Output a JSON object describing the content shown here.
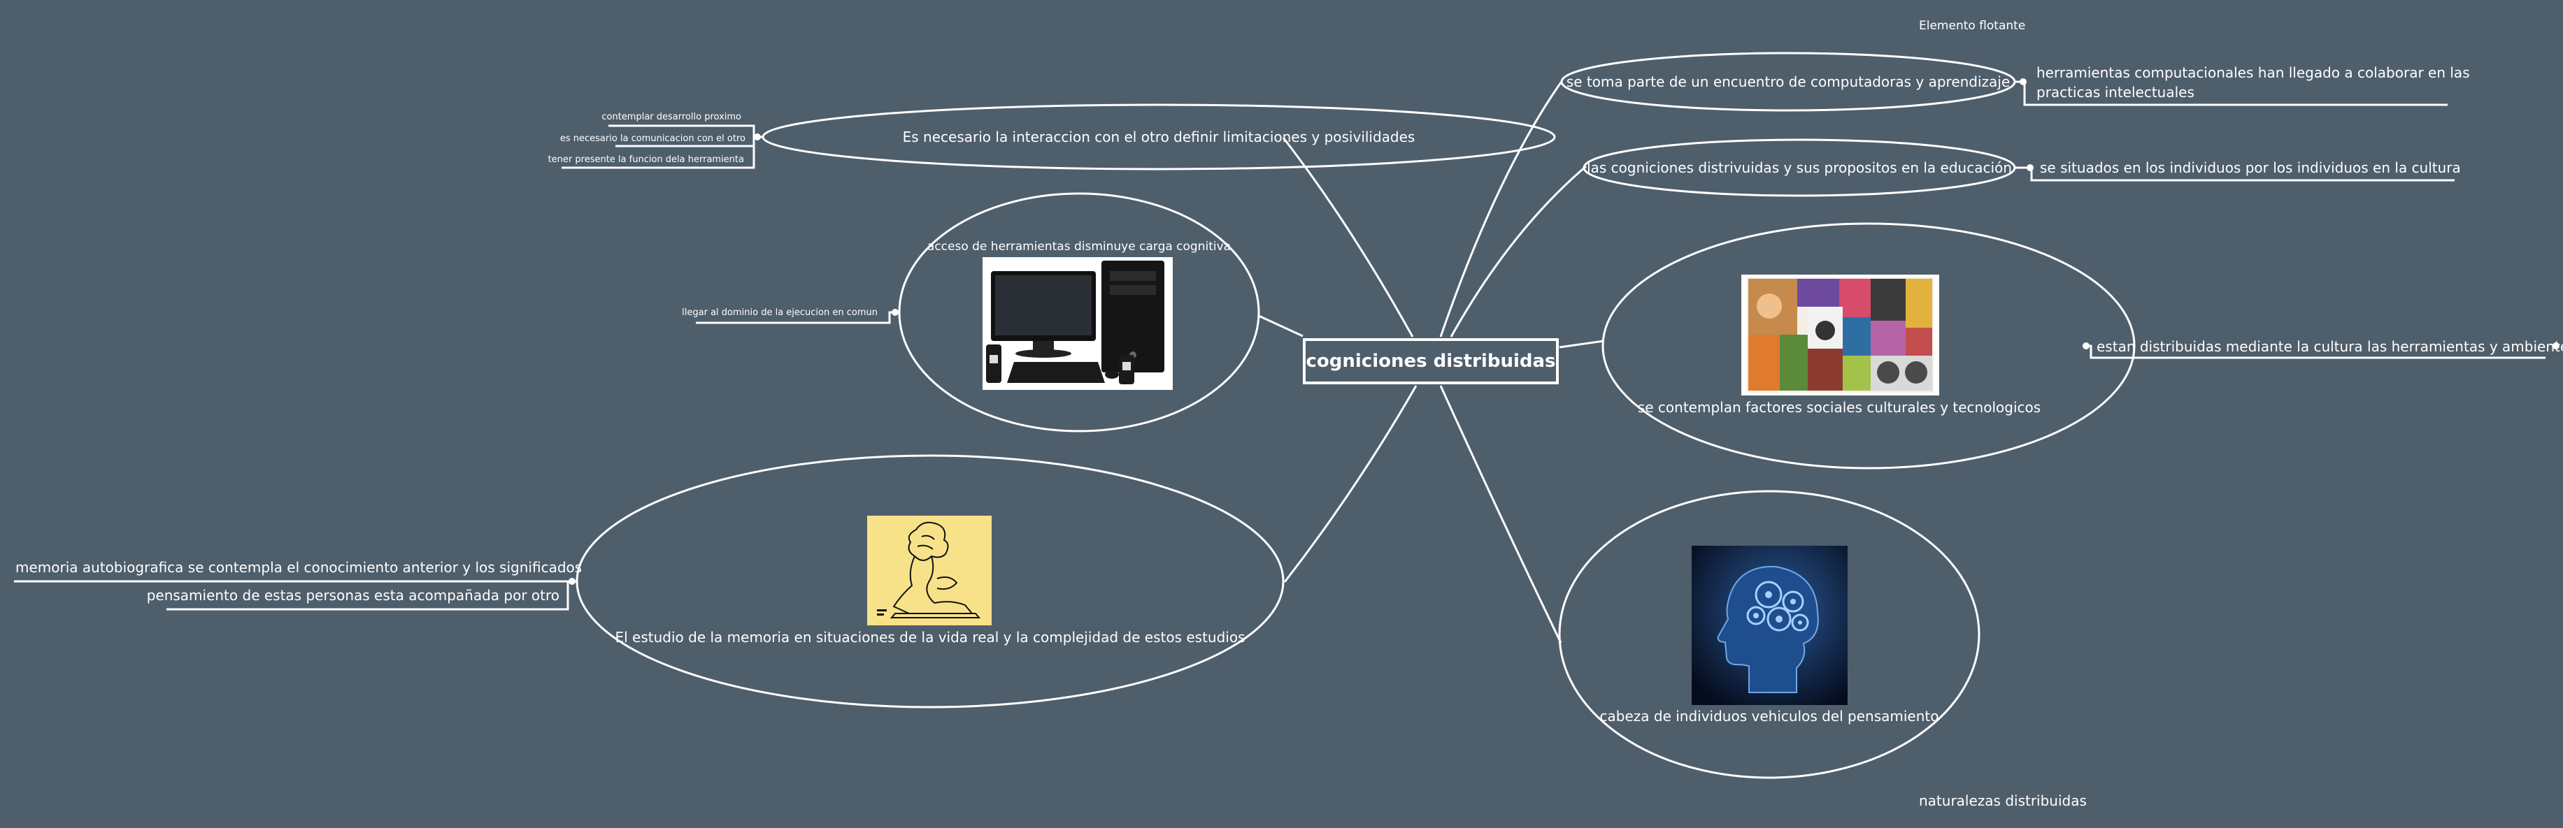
{
  "floating": {
    "top_label": "Elemento flotante",
    "bottom_label": "naturalezas distribuidas"
  },
  "root": {
    "label": "cogniciones distribuidas"
  },
  "right": {
    "encuentro": {
      "label": "se toma parte de un encuentro de computadoras y aprendizaje",
      "child_line1": "herramientas computacionales han llegado a colaborar en las",
      "child_line2": "practicas intelectuales"
    },
    "educacion": {
      "label": "las cogniciones distrivuidas y sus propositos en la educación",
      "child": "se situados  en los individuos por los individuos  en  la cultura"
    },
    "factores": {
      "label": "se contemplan factores sociales culturales y tecnologicos",
      "child": "estan distribuidas mediante la cultura las herramientas y ambiente",
      "image": "collage-photo"
    },
    "cabeza": {
      "label": "cabeza de individuos vehiculos del pensamiento",
      "image": "brain-gears-photo"
    }
  },
  "left": {
    "interaccion": {
      "label": "Es necesario la interaccion con el otro definir limitaciones y posivilidades",
      "children": [
        "contemplar desarrollo proximo",
        "es necesario la comunicacion con el otro",
        "tener presente la funcion dela herramienta"
      ]
    },
    "acceso": {
      "label": "acceso de herramientas disminuye carga cognitiva",
      "child": "llegar al dominio de la ejecucion en comun",
      "image": "computer-photo"
    },
    "memoria": {
      "label": "El estudio de la memoria en situaciones de la vida real y la complejidad de estos estudios",
      "children": [
        "memoria autobiografica  se contempla el conocimiento anterior y los significados",
        "pensamiento de estas personas esta acompañada por otro"
      ],
      "image": "memory-sketch"
    }
  },
  "colors": {
    "background": "#4f5e6b",
    "line": "#ffffff",
    "text": "#ffffff"
  }
}
